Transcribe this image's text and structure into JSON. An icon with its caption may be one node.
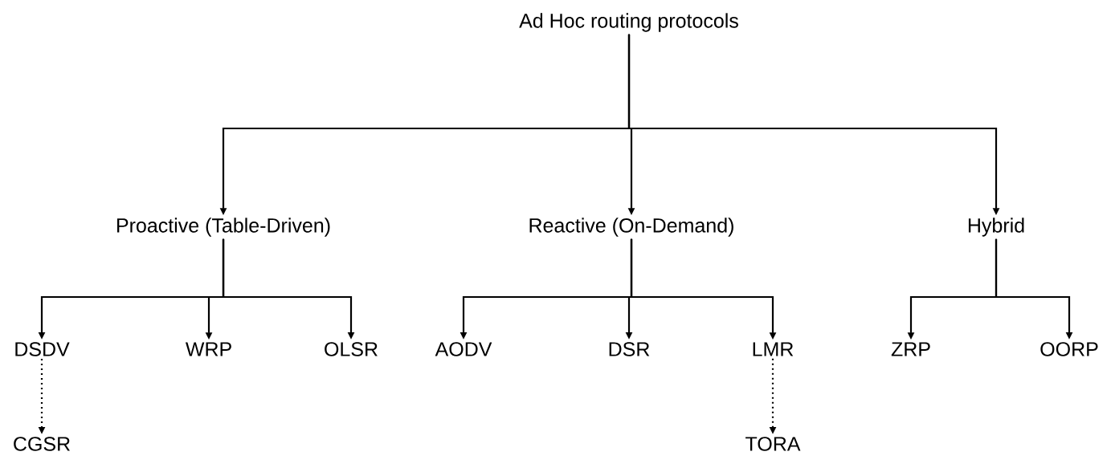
{
  "diagram": {
    "nodes": [
      {
        "text": [
          "Ad Hoc routing protocols"
        ]
      },
      {
        "text": [
          "Proactive (Table-Driven)"
        ]
      },
      {
        "text": [
          "Reactive (On-Demand)"
        ]
      },
      {
        "text": [
          "Hybrid"
        ]
      },
      {
        "text": [
          "DSDV"
        ]
      },
      {
        "text": [
          "WRP"
        ]
      },
      {
        "text": [
          "OLSR"
        ]
      },
      {
        "text": [
          "AODV"
        ]
      },
      {
        "text": [
          "DSR"
        ]
      },
      {
        "text": [
          "LMR"
        ]
      },
      {
        "text": [
          "ZRP"
        ]
      },
      {
        "text": [
          "OORP"
        ]
      },
      {
        "text": [
          "CGSR"
        ]
      },
      {
        "text": [
          "TORA"
        ]
      }
    ],
    "edges": [
      {
        "from": 0,
        "to": 1,
        "arrow": "to"
      },
      {
        "from": 0,
        "to": 2,
        "arrow": "to"
      },
      {
        "from": 0,
        "to": 3,
        "arrow": "to"
      },
      {
        "from": 1,
        "to": 4,
        "arrow": "to"
      },
      {
        "from": 1,
        "to": 5,
        "arrow": "to"
      },
      {
        "from": 1,
        "to": 6,
        "arrow": "to"
      },
      {
        "from": 2,
        "to": 7,
        "arrow": "to"
      },
      {
        "from": 2,
        "to": 8,
        "arrow": "to"
      },
      {
        "from": 2,
        "to": 9,
        "arrow": "to"
      },
      {
        "from": 3,
        "to": 10,
        "arrow": "to"
      },
      {
        "from": 3,
        "to": 11,
        "arrow": "to"
      },
      {
        "from": 4,
        "to": 12,
        "arrow": "to",
        "style": "dashed"
      },
      {
        "from": 9,
        "to": 13,
        "arrow": "to",
        "style": "dashed"
      }
    ]
  }
}
